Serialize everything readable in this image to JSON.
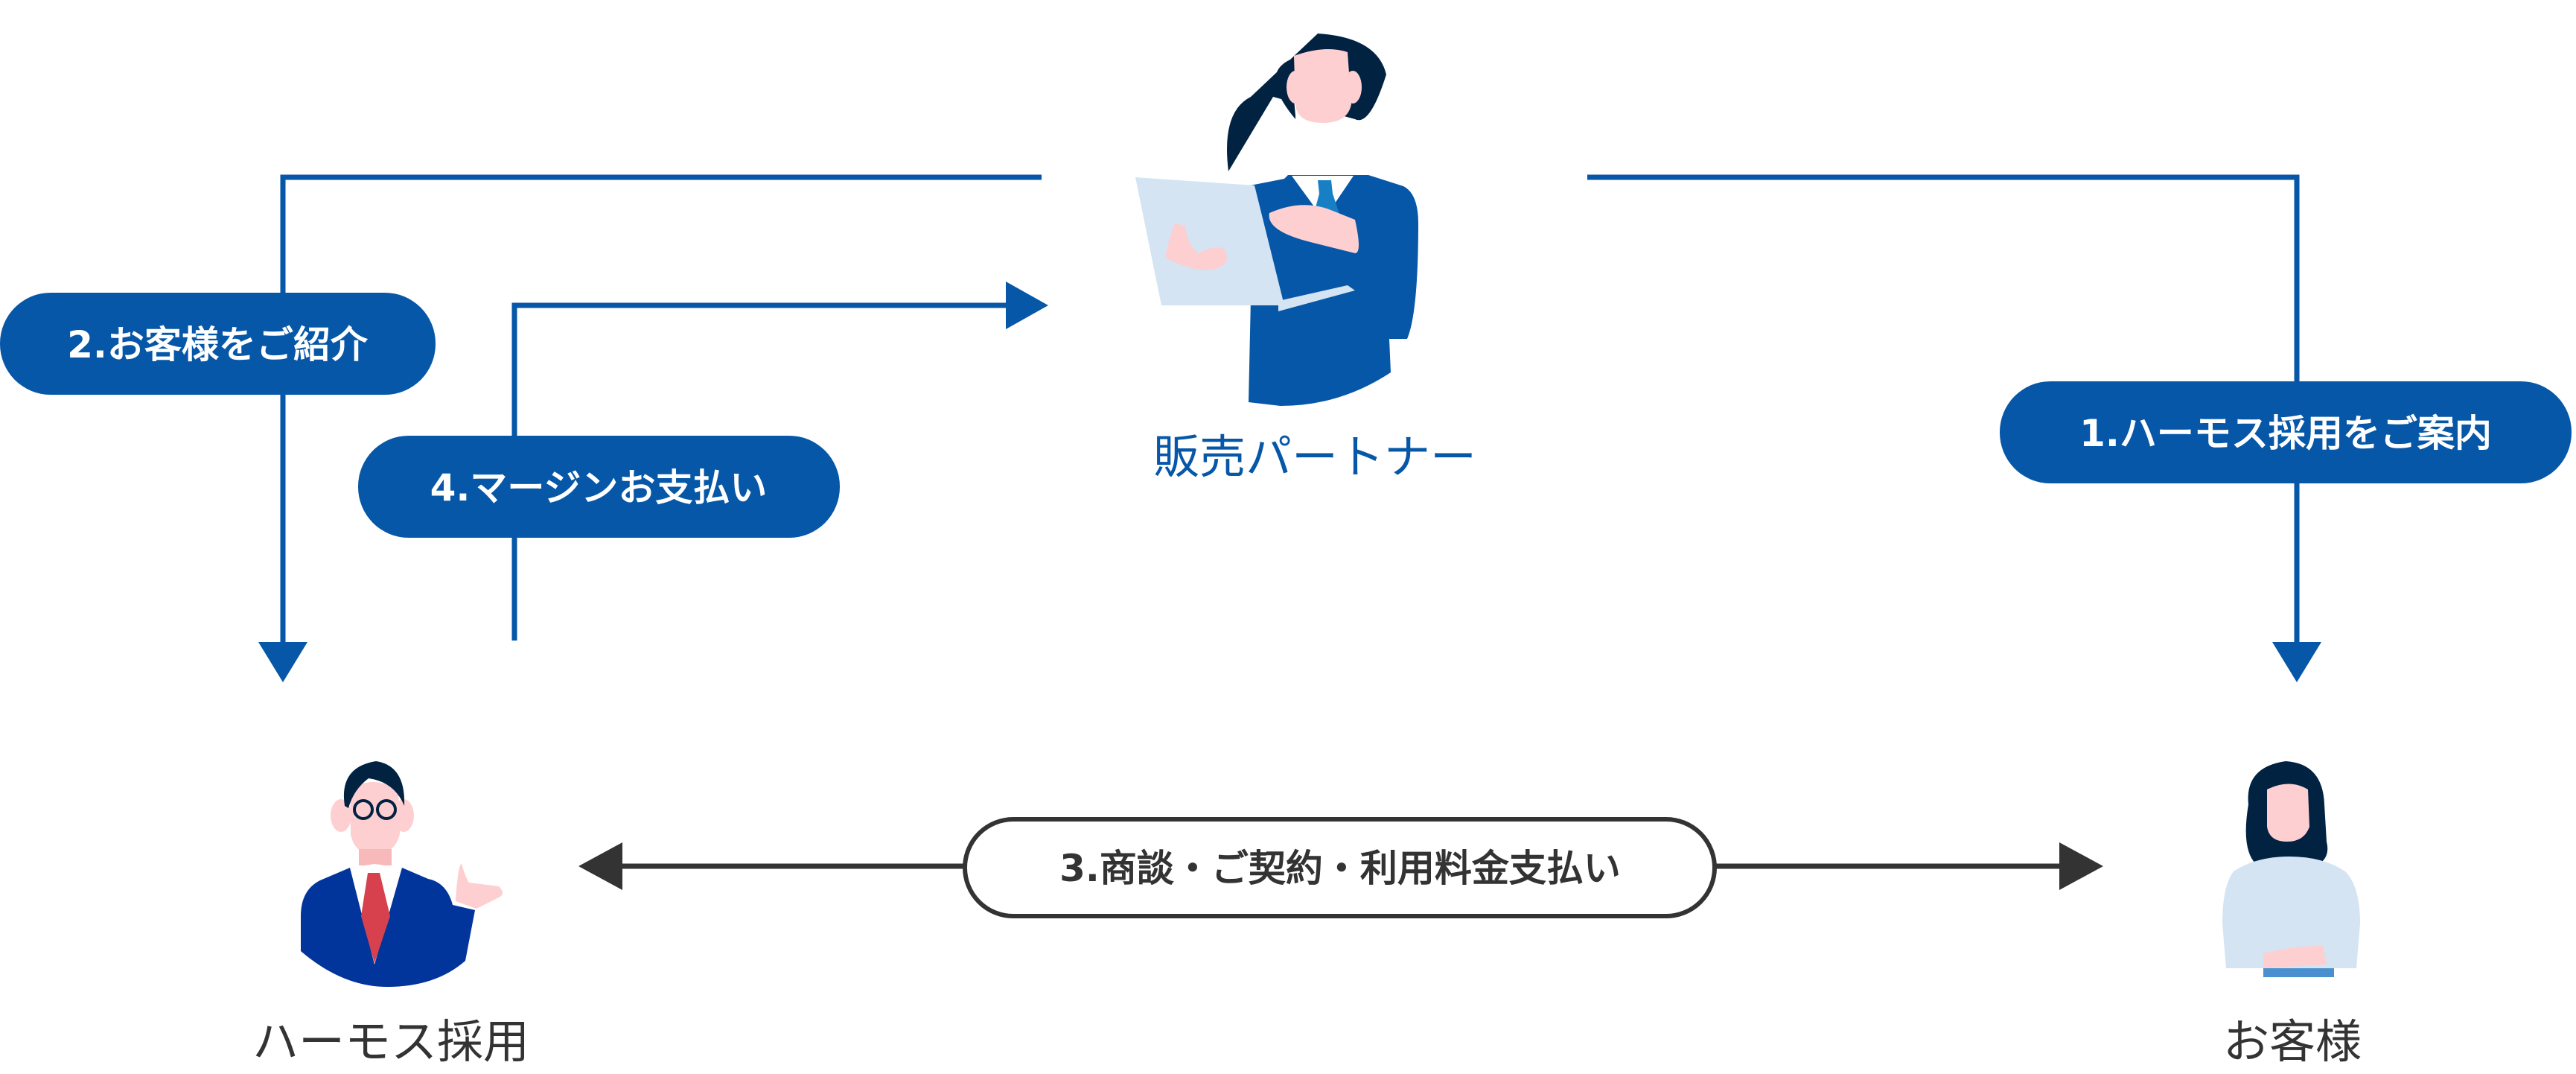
{
  "colors": {
    "primary": "#0657a8",
    "dark": "#333333",
    "hair": "#012241",
    "skin": "#fdcfd0",
    "suit_harmos": "#02359b",
    "tie_harmos": "#d6414d",
    "tie_partner": "#1780c5",
    "laptop": "#d4e4f3"
  },
  "nodes": {
    "partner": "販売パートナー",
    "harmos": "ハーモス採用",
    "customer": "お客様"
  },
  "steps": {
    "step1": "1.ハーモス採用をご案内",
    "step2": "2.お客様をご紹介",
    "step3": "3.商談・ご契約・利用料金支払い",
    "step4": "4.マージンお支払い"
  }
}
